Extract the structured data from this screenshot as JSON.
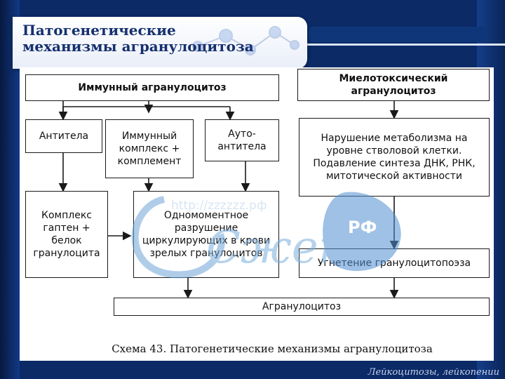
{
  "slide": {
    "title_line1": "Патогенетические",
    "title_line2": "механизмы агранулоцитоза",
    "footer": "Лейкоцитозы, лейкопении"
  },
  "diagram": {
    "boxes": {
      "immune": "Иммунный агранулоцитоз",
      "myelotoxic": "Миелотоксический агранулоцитоз",
      "antibodies": "Антитела",
      "immune_complex": "Иммунный комплекс + комплемент",
      "autoantibodies": "Ауто-антитела",
      "metabolism": "Нарушение метаболизма на уровне стволовой клетки. Подавление синтеза ДНК, РНК, митотической активности",
      "hapten_complex": "Комплекс гаптен + белок гранулоцита",
      "destruction": "Одномоментное разрушение циркулирующих в крови зрелых гранулоцитов",
      "suppression": "Угнетение гранулоцитопоэза",
      "agranulocytosis": "Агранулоцитоз"
    },
    "caption": "Схема 43. Патогенетические механизмы агранулоцитоза",
    "watermark_url": "http://zzzzzz.рф",
    "watermark_logo": "Сжето",
    "watermark_badge": "РФ"
  },
  "colors": {
    "background": "#0b2a66",
    "title": "#15306e",
    "footer": "#c7d4ee"
  }
}
